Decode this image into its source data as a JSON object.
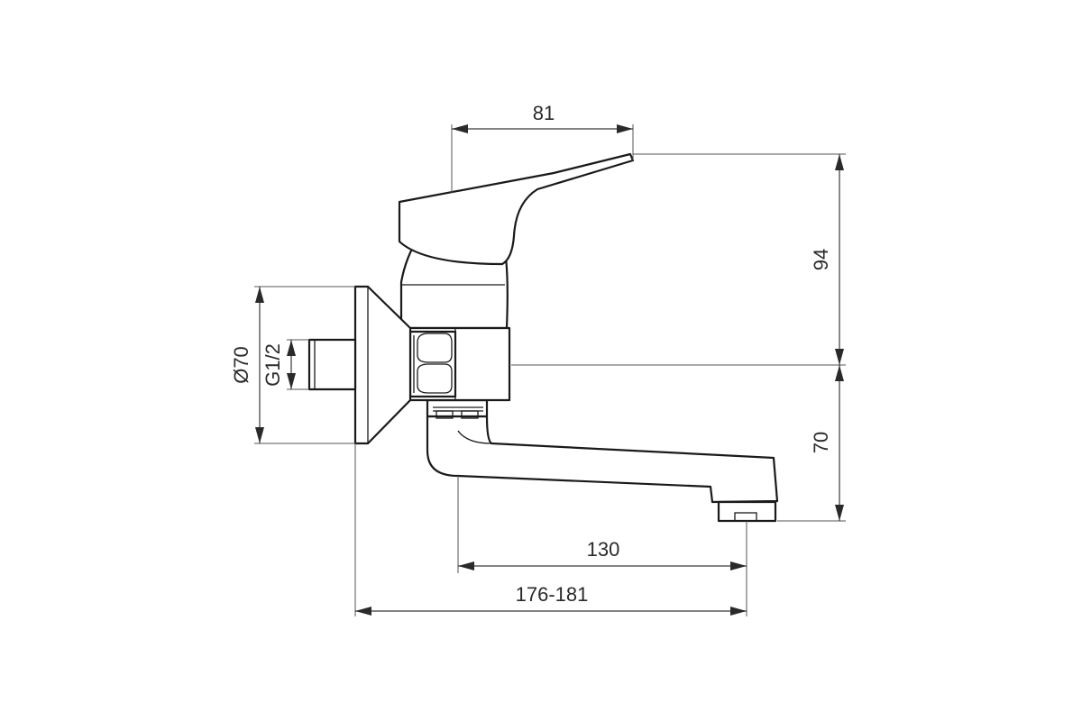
{
  "dimensions": {
    "handle_reach": "81",
    "total_height": "94",
    "spout_height": "70",
    "rosette_diameter": "Ø70",
    "thread": "G1/2",
    "spout_reach": "130",
    "total_length": "176-181"
  }
}
